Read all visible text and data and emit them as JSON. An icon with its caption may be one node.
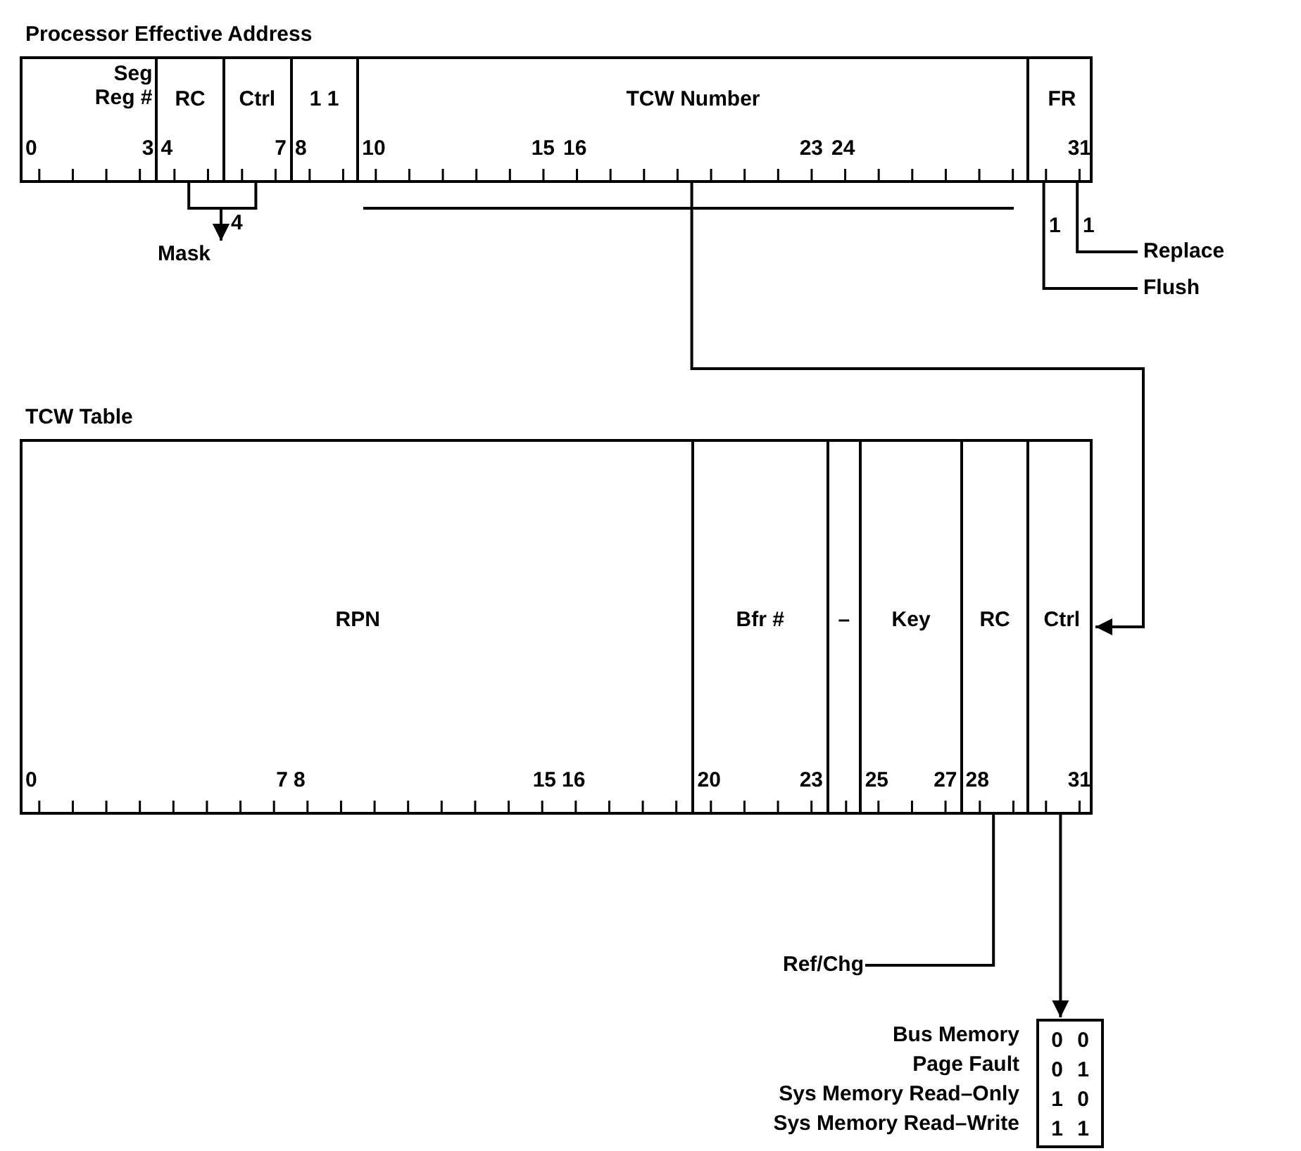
{
  "diagram": {
    "nodes": [
      {
        "text": [
          "Processor Effective Address"
        ]
      },
      {
        "text": [
          "Seg Reg #",
          "0",
          "3"
        ],
        "in": 0
      },
      {
        "text": [
          "RC",
          "4"
        ],
        "in": 0
      },
      {
        "text": [
          "Ctrl",
          "7"
        ],
        "in": 0
      },
      {
        "text": [
          "1 1",
          "8"
        ],
        "in": 0
      },
      {
        "text": [
          "TCW Number",
          "10",
          "15",
          "16",
          "23",
          "24"
        ],
        "in": 0
      },
      {
        "text": [
          "FR",
          "31"
        ],
        "in": 0
      },
      {
        "text": [
          "Mask"
        ]
      },
      {
        "text": [
          "Replace"
        ]
      },
      {
        "text": [
          "Flush"
        ]
      },
      {
        "text": [
          "TCW Table"
        ]
      },
      {
        "text": [
          "RPN",
          "0",
          "7",
          "8",
          "15",
          "16"
        ],
        "in": 10
      },
      {
        "text": [
          "Bfr #",
          "20",
          "23"
        ],
        "in": 10
      },
      {
        "text": [
          "–"
        ],
        "in": 10
      },
      {
        "text": [
          "Key",
          "25",
          "27"
        ],
        "in": 10
      },
      {
        "text": [
          "RC",
          "28"
        ],
        "in": 10
      },
      {
        "text": [
          "Ctrl",
          "31"
        ],
        "in": 10
      },
      {
        "text": [
          "Ref/Chg"
        ]
      },
      {
        "text": [
          "0 0",
          "0 1",
          "1 0",
          "1 1"
        ],
        "beside": [
          "Bus Memory",
          "Page Fault",
          "Sys Memory Read–Only",
          "Sys Memory Read–Write"
        ]
      }
    ],
    "edges": [
      {
        "from": 2,
        "to": 7,
        "arrow": "to",
        "label": "4"
      },
      {
        "from": 3,
        "to": 7,
        "arrow": "to"
      },
      {
        "from": 5,
        "to": 16,
        "arrow": "to"
      },
      {
        "from": 6,
        "to": 8,
        "arrow": "none",
        "label": "1"
      },
      {
        "from": 6,
        "to": 9,
        "arrow": "none",
        "label": "1"
      },
      {
        "from": 15,
        "to": 17,
        "arrow": "none"
      },
      {
        "from": 16,
        "to": 18,
        "arrow": "to"
      }
    ]
  }
}
